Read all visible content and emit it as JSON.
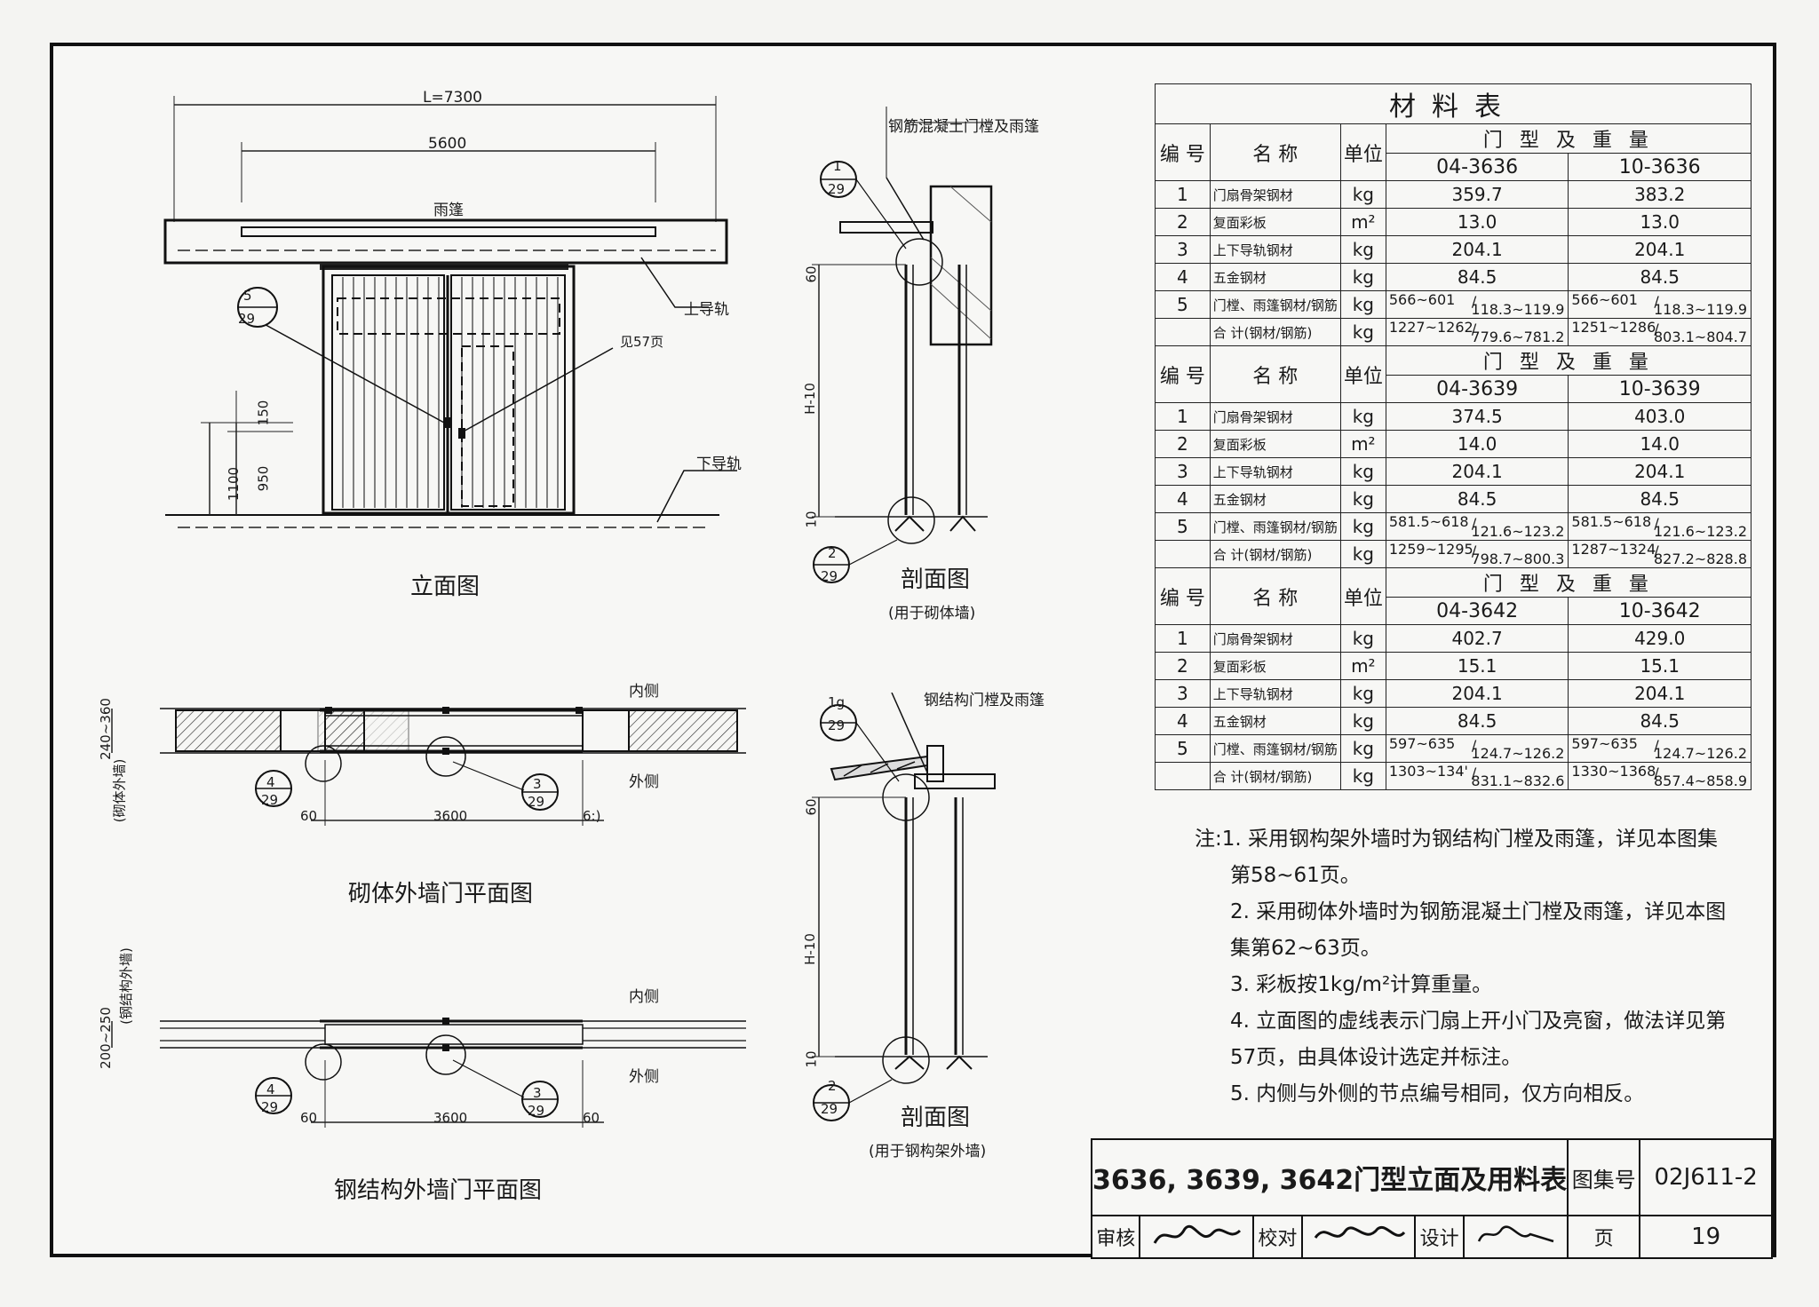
{
  "drawing": {
    "title": "3636, 3639, 3642门型立面及用料表",
    "atlas_label": "图集号",
    "atlas_no": "02J611-2",
    "page_label": "页",
    "page_no": "19",
    "review_label": "审核",
    "check_label": "校对",
    "design_label": "设计"
  },
  "elevation": {
    "caption": "立面图",
    "dim_L": "L=7300",
    "dim_5600": "5600",
    "canopy": "雨篷",
    "upper_rail": "上导轨",
    "lower_rail": "下导轨",
    "see_page": "见57页",
    "dim_1100": "1100",
    "dim_950": "950",
    "dim_150": "150",
    "node5_top": "5",
    "node5_bot": "29"
  },
  "section1": {
    "label": "钢筋混凝土门樘及雨篷",
    "caption": "剖面图",
    "sub": "(用于砌体墙)",
    "dim_60": "60",
    "dim_h": "H-10",
    "dim_10": "10",
    "n1_top": "1",
    "n1_bot": "29",
    "n2_top": "2",
    "n2_bot": "29"
  },
  "section2": {
    "label": "钢结构门樘及雨篷",
    "caption": "剖面图",
    "sub": "(用于钢构架外墙)",
    "dim_60": "60",
    "dim_h": "H-10",
    "dim_10": "10",
    "n1_top": "1g",
    "n1_bot": "29",
    "n2_top": "2",
    "n2_bot": "29"
  },
  "plan1": {
    "caption": "砌体外墙门平面图",
    "inside": "内侧",
    "outside": "外侧",
    "dim_wall": "240~360",
    "wall_note": "(砌体外墙)",
    "dim_60l": "60",
    "dim_3600": "3600",
    "dim_60r": "6:)",
    "n4_top": "4",
    "n4_bot": "29",
    "n3_top": "3",
    "n3_bot": "29"
  },
  "plan2": {
    "caption": "钢结构外墙门平面图",
    "inside": "内侧",
    "outside": "外侧",
    "dim_wall": "200~250",
    "wall_note": "(钢结构外墙)",
    "dim_60l": "60",
    "dim_3600": "3600",
    "dim_60r": "60",
    "n4_top": "4",
    "n4_bot": "29",
    "n3_top": "3",
    "n3_bot": "29"
  },
  "materials": {
    "title": "材料表",
    "col_no": "编 号",
    "col_name": "名  称",
    "col_unit": "单位",
    "col_group": "门 型 及 重 量",
    "groups": [
      {
        "type_a": "04-3636",
        "type_b": "10-3636",
        "rows": [
          {
            "no": "1",
            "name": "门扇骨架钢材",
            "unit": "kg",
            "a": "359.7",
            "b": "383.2"
          },
          {
            "no": "2",
            "name": "复面彩板",
            "unit": "m²",
            "a": "13.0",
            "b": "13.0"
          },
          {
            "no": "3",
            "name": "上下导轨钢材",
            "unit": "kg",
            "a": "204.1",
            "b": "204.1"
          },
          {
            "no": "4",
            "name": "五金钢材",
            "unit": "kg",
            "a": "84.5",
            "b": "84.5"
          }
        ],
        "row5": {
          "no": "5",
          "name": "门樘、雨篷钢材/钢筋",
          "unit": "kg",
          "a1": "566~601",
          "a2": "118.3~119.9",
          "b1": "566~601",
          "b2": "118.3~119.9"
        },
        "total": {
          "no": "",
          "name": "合 计(钢材/钢筋)",
          "unit": "kg",
          "a1": "1227~1262",
          "a2": "779.6~781.2",
          "b1": "1251~1286",
          "b2": "803.1~804.7"
        }
      },
      {
        "type_a": "04-3639",
        "type_b": "10-3639",
        "rows": [
          {
            "no": "1",
            "name": "门扇骨架钢材",
            "unit": "kg",
            "a": "374.5",
            "b": "403.0"
          },
          {
            "no": "2",
            "name": "复面彩板",
            "unit": "m²",
            "a": "14.0",
            "b": "14.0"
          },
          {
            "no": "3",
            "name": "上下导轨钢材",
            "unit": "kg",
            "a": "204.1",
            "b": "204.1"
          },
          {
            "no": "4",
            "name": "五金钢材",
            "unit": "kg",
            "a": "84.5",
            "b": "84.5"
          }
        ],
        "row5": {
          "no": "5",
          "name": "门樘、雨篷钢材/钢筋",
          "unit": "kg",
          "a1": "581.5~618",
          "a2": "121.6~123.2",
          "b1": "581.5~618",
          "b2": "121.6~123.2"
        },
        "total": {
          "no": "",
          "name": "合 计(钢材/钢筋)",
          "unit": "kg",
          "a1": "1259~1295",
          "a2": "798.7~800.3",
          "b1": "1287~1324",
          "b2": "827.2~828.8"
        }
      },
      {
        "type_a": "04-3642",
        "type_b": "10-3642",
        "rows": [
          {
            "no": "1",
            "name": "门扇骨架钢材",
            "unit": "kg",
            "a": "402.7",
            "b": "429.0"
          },
          {
            "no": "2",
            "name": "复面彩板",
            "unit": "m²",
            "a": "15.1",
            "b": "15.1"
          },
          {
            "no": "3",
            "name": "上下导轨钢材",
            "unit": "kg",
            "a": "204.1",
            "b": "204.1"
          },
          {
            "no": "4",
            "name": "五金钢材",
            "unit": "kg",
            "a": "84.5",
            "b": "84.5"
          }
        ],
        "row5": {
          "no": "5",
          "name": "门樘、雨篷钢材/钢筋",
          "unit": "kg",
          "a1": "597~635",
          "a2": "124.7~126.2",
          "b1": "597~635",
          "b2": "124.7~126.2"
        },
        "total": {
          "no": "",
          "name": "合 计(钢材/钢筋)",
          "unit": "kg",
          "a1": "1303~134'",
          "a2": "831.1~832.6",
          "b1": "1330~1368",
          "b2": "857.4~858.9"
        }
      }
    ]
  },
  "notes": {
    "prefix": "注:",
    "items": [
      "1. 采用钢构架外墙时为钢结构门樘及雨篷，详见本图集",
      "第58~61页。",
      "2. 采用砌体外墙时为钢筋混凝土门樘及雨篷，详见本图",
      "集第62~63页。",
      "3. 彩板按1kg/m²计算重量。",
      "4. 立面图的虚线表示门扇上开小门及亮窗，做法详见第",
      "57页，由具体设计选定并标注。",
      "5. 内侧与外侧的节点编号相同，仅方向相反。"
    ]
  }
}
